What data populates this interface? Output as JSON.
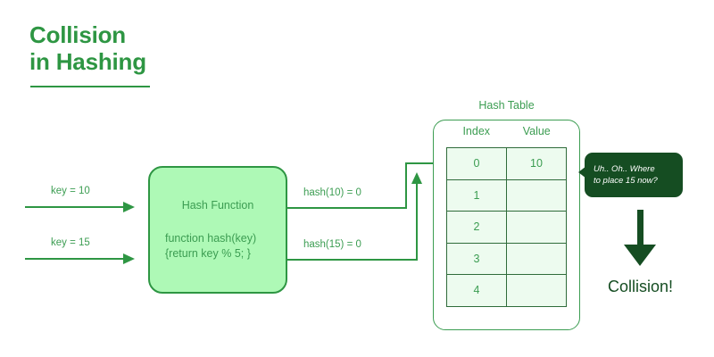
{
  "title": {
    "line1": "Collision",
    "line2": "in Hashing"
  },
  "inputs": [
    {
      "label": "key = 10"
    },
    {
      "label": "key = 15"
    }
  ],
  "hash_function": {
    "heading": "Hash Function",
    "code_line1": "function hash(key)",
    "code_line2": "{return key % 5; }"
  },
  "outputs": [
    {
      "label": "hash(10) = 0"
    },
    {
      "label": "hash(15) = 0"
    }
  ],
  "hash_table": {
    "title": "Hash Table",
    "columns": [
      "Index",
      "Value"
    ],
    "rows": [
      {
        "index": "0",
        "value": "10"
      },
      {
        "index": "1",
        "value": ""
      },
      {
        "index": "2",
        "value": ""
      },
      {
        "index": "3",
        "value": ""
      },
      {
        "index": "4",
        "value": ""
      }
    ]
  },
  "callout": {
    "bubble_line1": "Uh.. Oh.. Where",
    "bubble_line2": "to place 15 now?",
    "result_label": "Collision!"
  },
  "colors": {
    "accent_green": "#2E9643",
    "text_green": "#3C9D52",
    "box_fill": "#AEF9B6",
    "cell_fill": "#EDFBEF",
    "cell_border": "#2F6B3A",
    "dark_green": "#154D22",
    "background": "#FFFFFF"
  }
}
